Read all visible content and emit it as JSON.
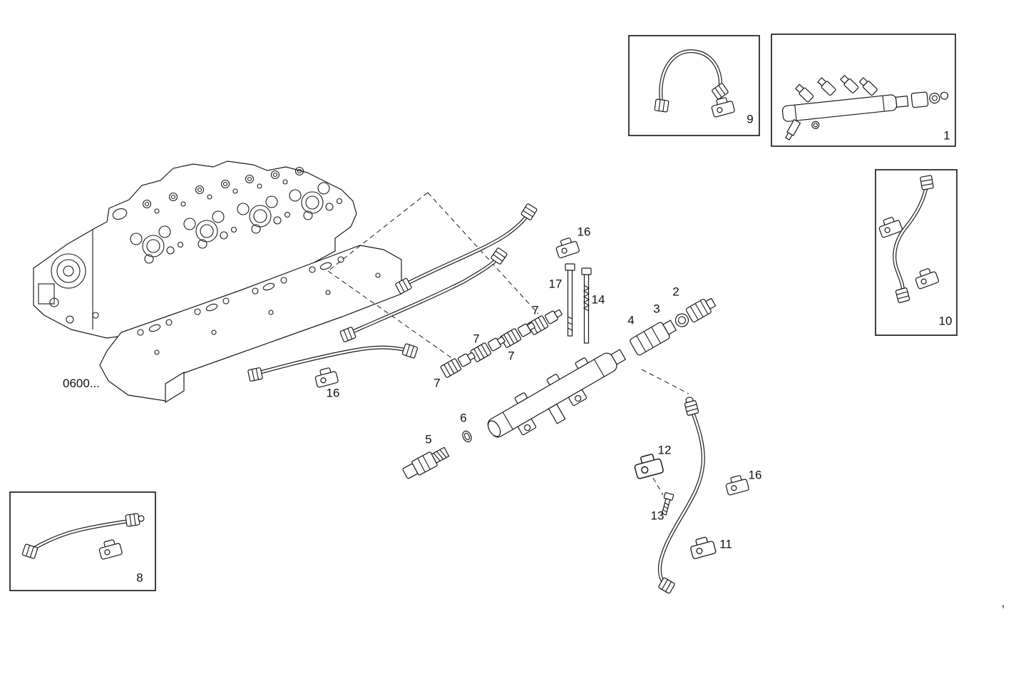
{
  "colors": {
    "background": "#ffffff",
    "line": "#1a1a1a",
    "box_border": "#000000"
  },
  "diagram": {
    "reference_label": "0600...",
    "stray_mark": ",",
    "callouts": [
      {
        "label": "16"
      },
      {
        "label": "17"
      },
      {
        "label": "14"
      },
      {
        "label": "2"
      },
      {
        "label": "3"
      },
      {
        "label": "4"
      },
      {
        "label": "7"
      },
      {
        "label": "7"
      },
      {
        "label": "7"
      },
      {
        "label": "7"
      },
      {
        "label": "16"
      },
      {
        "label": "6"
      },
      {
        "label": "5"
      },
      {
        "label": "12"
      },
      {
        "label": "16"
      },
      {
        "label": "13"
      },
      {
        "label": "11"
      }
    ],
    "inset_labels": [
      {
        "label": "9"
      },
      {
        "label": "1"
      },
      {
        "label": "10"
      },
      {
        "label": "8"
      }
    ]
  }
}
